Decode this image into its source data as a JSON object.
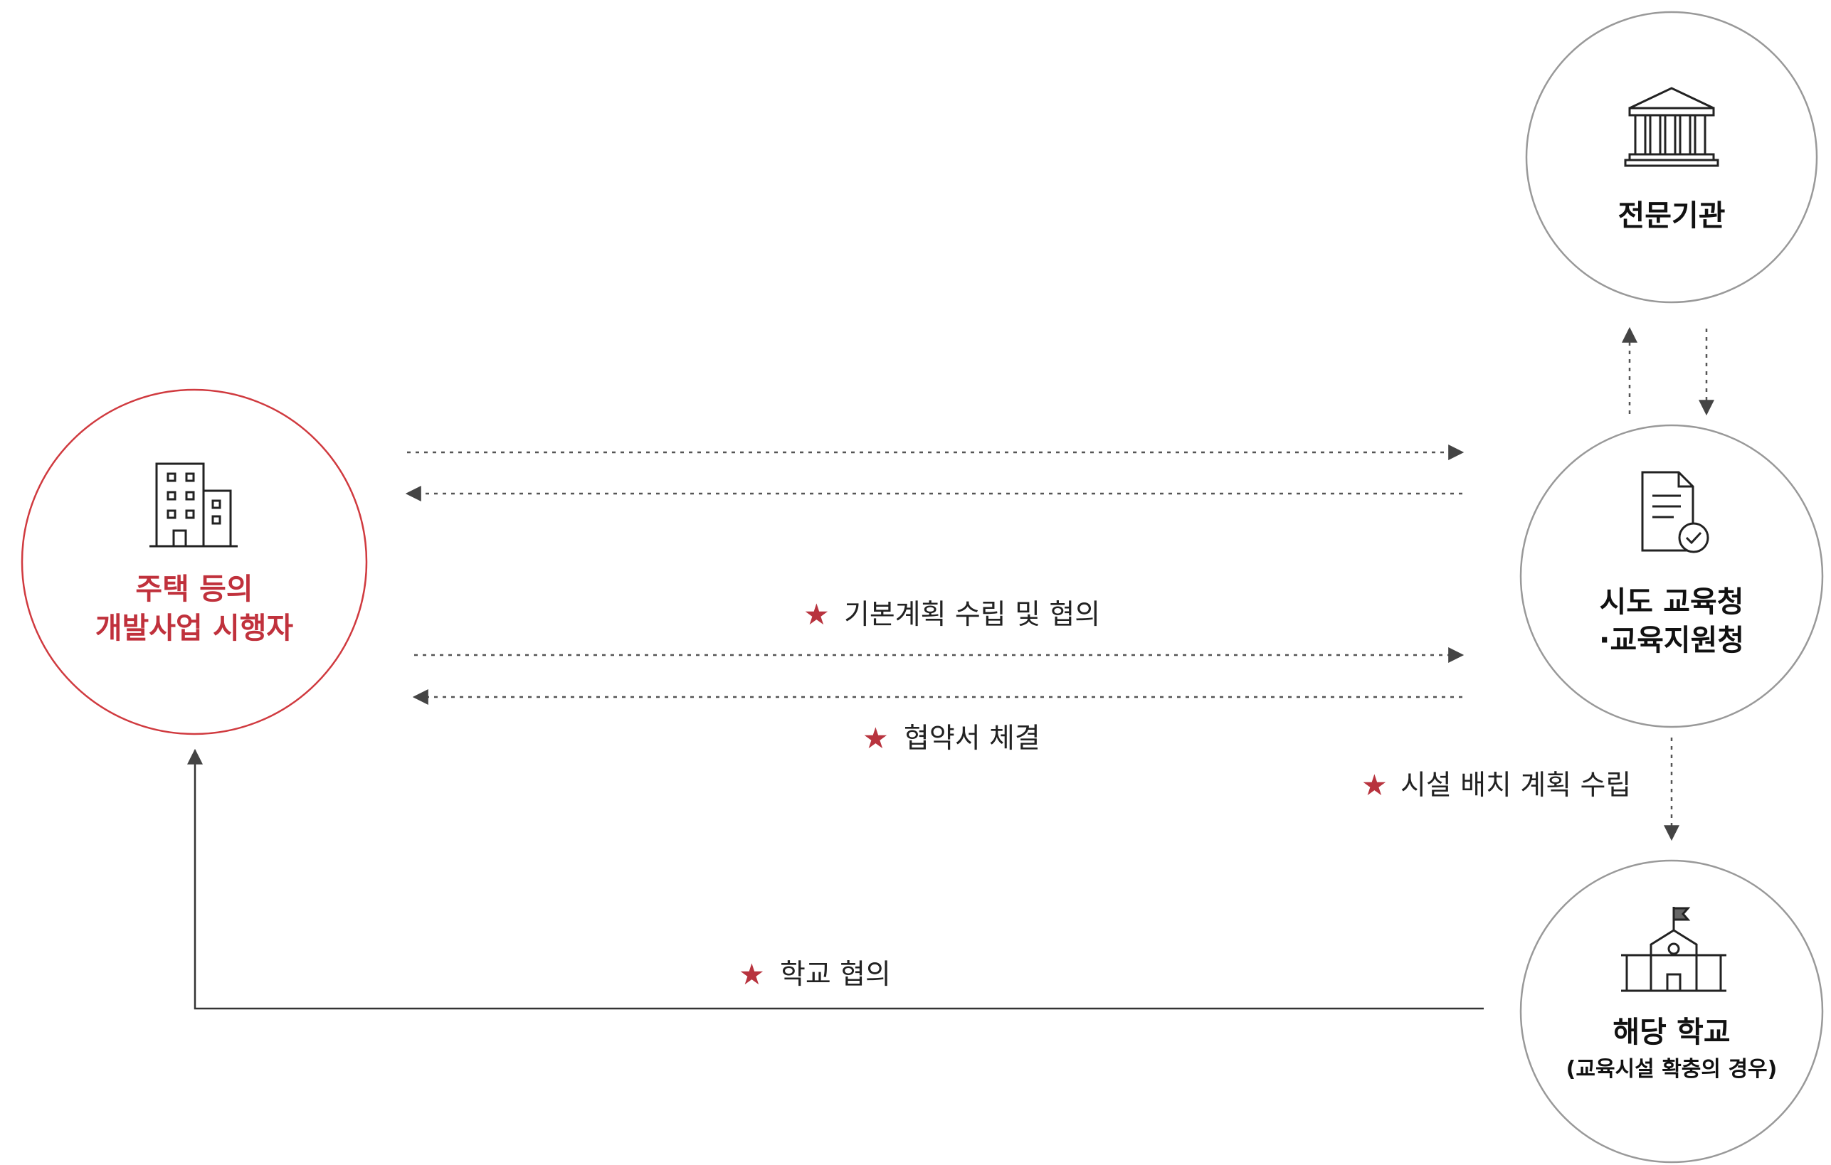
{
  "nodes": {
    "developer": {
      "title_line1": "주택 등의",
      "title_line2": "개발사업 시행자",
      "icon": "office-building-icon",
      "color": "#c0313c"
    },
    "expert": {
      "title": "전문기관",
      "icon": "institution-building-icon"
    },
    "office": {
      "title_line1": "시도 교육청",
      "title_line2": "·교육지원청",
      "icon": "document-check-icon"
    },
    "school": {
      "title": "해당 학교",
      "subtitle": "(교육시설 확충의 경우)",
      "icon": "school-building-icon"
    }
  },
  "steps": {
    "star": "★",
    "basic_plan": "기본계획 수립 및 협의",
    "agreement": "협약서 체결",
    "facility_plan": "시설 배치 계획 수립",
    "school_consult": "학교 협의"
  },
  "colors": {
    "accent": "#b8333e",
    "circle_border": "#999999",
    "arrow": "#555555"
  }
}
